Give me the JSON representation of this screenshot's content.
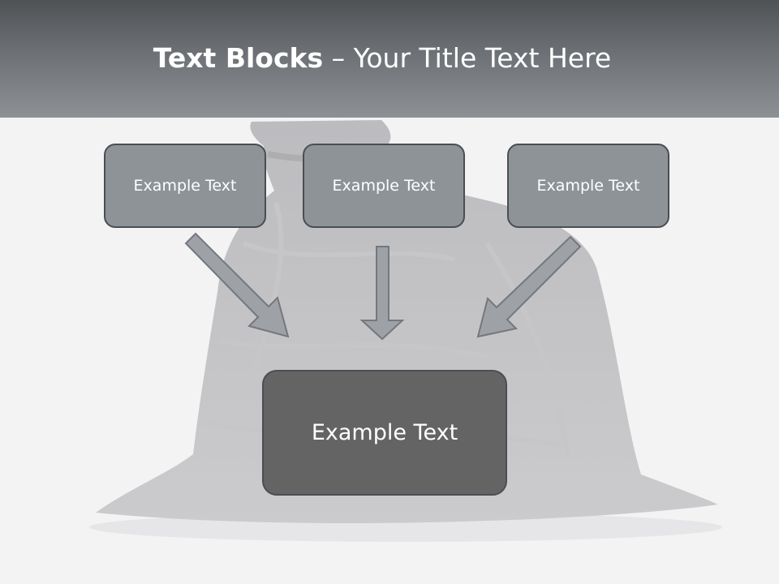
{
  "slide": {
    "title_bold": "Text Blocks",
    "title_rest": " – Your Title Text Here"
  },
  "blocks": [
    {
      "label": "Example Text"
    },
    {
      "label": "Example Text"
    },
    {
      "label": "Example Text"
    }
  ],
  "target": {
    "label": "Example Text"
  },
  "colors": {
    "header_dark": "#4f5255",
    "header_light": "#8d9196",
    "box_fill": "#8e9398",
    "target_fill": "#646464",
    "arrow_fill": "#9ea2a6"
  },
  "background_image": "trash-bag-illustration"
}
